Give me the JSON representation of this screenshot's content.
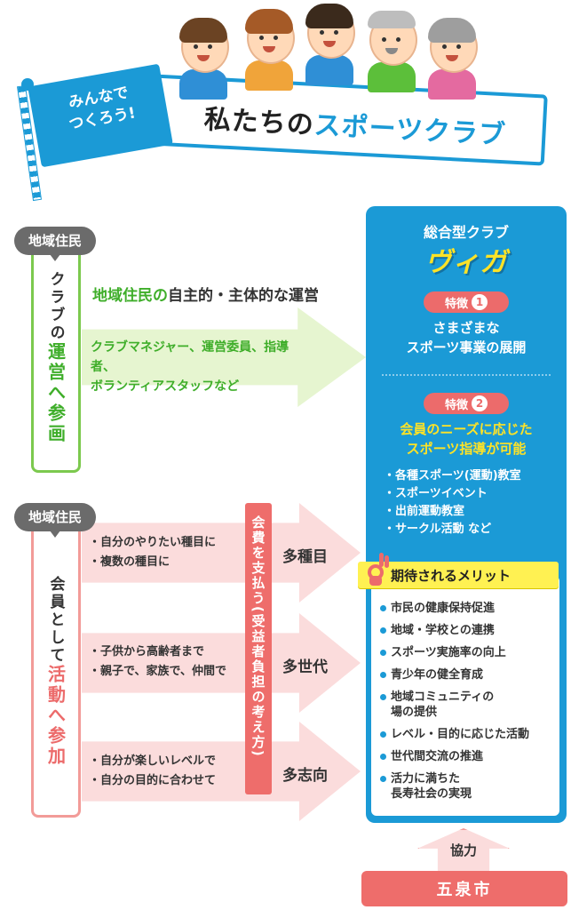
{
  "header": {
    "flag_line1": "みんなで",
    "flag_line2": "つくろう!",
    "title_prefix": "私たちの",
    "title_accent": "スポーツクラブ"
  },
  "colors": {
    "blue": "#1b9ad6",
    "green": "#3fae2a",
    "pink": "#ec6b6b",
    "red_bar": "#ee6d6b",
    "yellow": "#ffe326",
    "badge_gray": "#6b6b6b"
  },
  "management": {
    "badge": "地域住民",
    "vertical_prefix": "クラブの",
    "vertical_accent": "運営へ参画",
    "heading_accent": "地域住民の",
    "heading_rest": "自主的・主体的な運営",
    "staff_line1": "クラブマネジャー、運営委員、指導者、",
    "staff_line2": "ボランティアスタッフなど"
  },
  "participation": {
    "badge": "地域住民",
    "vertical_prefix": "会員として",
    "vertical_accent": "活動へ参加",
    "fee_text": "会費を支払う(受益者負担の考え方)",
    "rows": [
      {
        "bullets": [
          "自分のやりたい種目に",
          "複数の種目に"
        ],
        "label": "多種目"
      },
      {
        "bullets": [
          "子供から高齢者まで",
          "親子で、家族で、仲間で"
        ],
        "label": "多世代"
      },
      {
        "bullets": [
          "自分が楽しいレベルで",
          "自分の目的に合わせて"
        ],
        "label": "多志向"
      }
    ]
  },
  "club": {
    "type": "総合型クラブ",
    "name": "ヴィガ",
    "feature_label": "特徴",
    "feature1_num": "1",
    "feature1_line1": "さまざまな",
    "feature1_line2": "スポーツ事業の展開",
    "feature2_num": "2",
    "feature2_line1": "会員のニーズに応じた",
    "feature2_line2": "スポーツ指導が可能",
    "programs": [
      "各種スポーツ(運動)教室",
      "スポーツイベント",
      "出前運動教室",
      "サークル活動 など"
    ]
  },
  "merits": {
    "title": "期待されるメリット",
    "items": [
      [
        "市民の健康保持促進"
      ],
      [
        "地域・学校との連携"
      ],
      [
        "スポーツ実施率の向上"
      ],
      [
        "青少年の健全育成"
      ],
      [
        "地域コミュニティの",
        "場の提供"
      ],
      [
        "レベル・目的に応じた活動"
      ],
      [
        "世代間交流の推進"
      ],
      [
        "活力に満ちた",
        "長寿社会の実現"
      ]
    ]
  },
  "bottom": {
    "coop": "協力",
    "city": "五泉市"
  }
}
